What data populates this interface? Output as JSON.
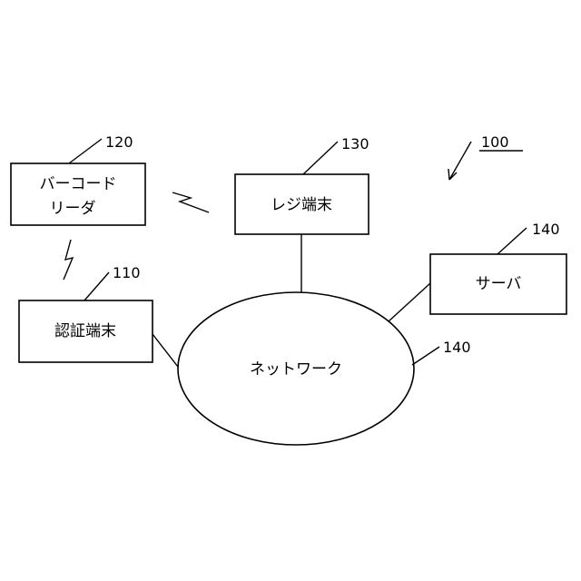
{
  "figure_ref": "100",
  "nodes": {
    "barcode_reader": {
      "line1": "バーコード",
      "line2": "リーダ",
      "ref": "120"
    },
    "register_terminal": {
      "label": "レジ端末",
      "ref": "130"
    },
    "auth_terminal": {
      "label": "認証端末",
      "ref": "110"
    },
    "server": {
      "label": "サーバ",
      "ref": "140"
    },
    "network": {
      "label": "ネットワーク",
      "ref": "140"
    }
  }
}
